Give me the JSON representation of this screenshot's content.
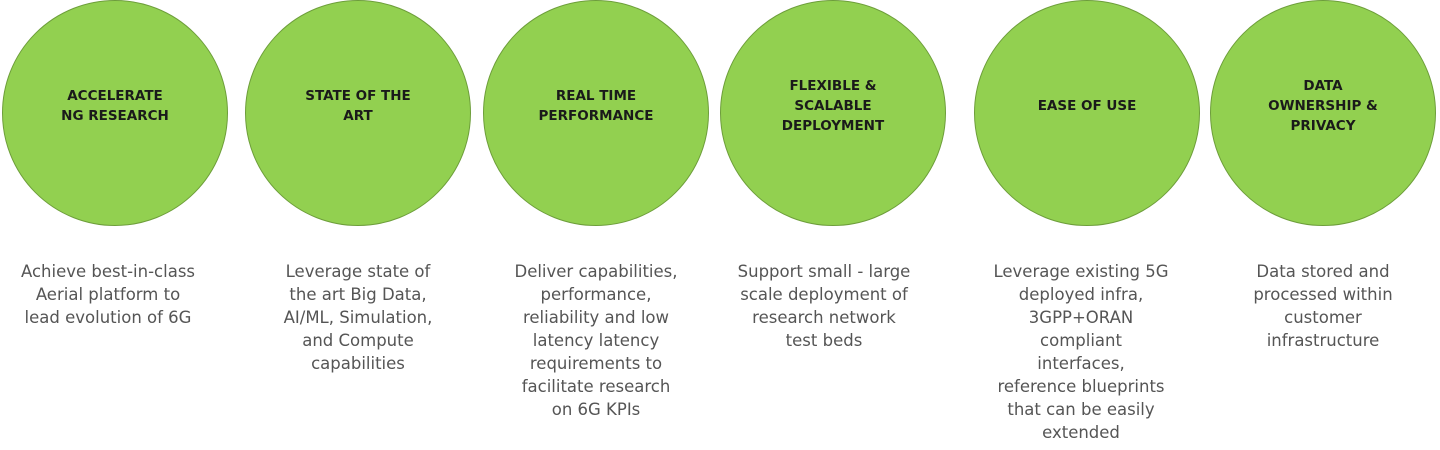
{
  "pillars": [
    {
      "title": "ACCELERATE\nNG RESEARCH",
      "description": "Achieve best-in-class\nAerial platform to\nlead evolution of 6G"
    },
    {
      "title": "STATE OF THE\nART",
      "description": "Leverage state of\nthe art Big Data,\nAI/ML, Simulation,\nand Compute\ncapabilities"
    },
    {
      "title": "REAL TIME\nPERFORMANCE",
      "description": "Deliver capabilities,\nperformance,\nreliability and low\nlatency latency\nrequirements to\nfacilitate research\non 6G KPIs"
    },
    {
      "title": "FLEXIBLE &\nSCALABLE\nDEPLOYMENT",
      "description": "Support small - large\nscale deployment of\nresearch network\ntest beds"
    },
    {
      "title": "EASE OF USE",
      "description": "Leverage existing 5G\ndeployed infra,\n3GPP+ORAN\ncompliant\ninterfaces,\nreference blueprints\nthat can be easily\nextended"
    },
    {
      "title": "DATA\nOWNERSHIP &\nPRIVACY",
      "description": "Data stored and\nprocessed within\ncustomer\ninfrastructure"
    }
  ],
  "colors": {
    "circle_fill": "#92d050",
    "circle_stroke": "#6d9e3a",
    "title_text": "#1a1a1a",
    "description_text": "#555555"
  }
}
